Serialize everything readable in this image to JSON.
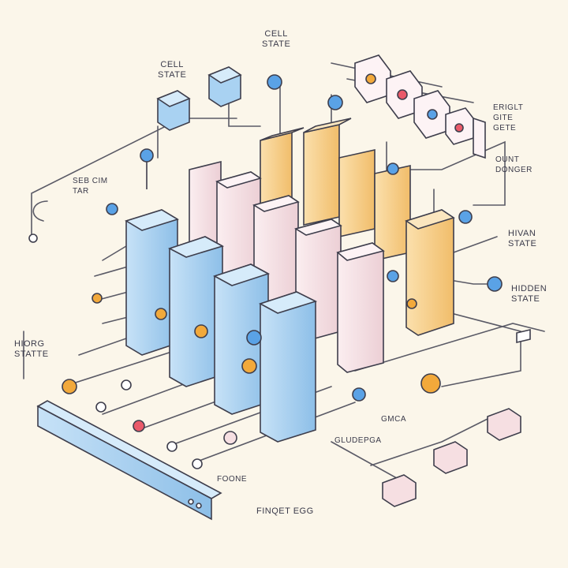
{
  "labels": {
    "cell_state_top": "CELL\nSTATE",
    "cell_state_left": "CELL\nSTATE",
    "forget_gate": "ERIGLT\nGITE\nGETE",
    "output_gate": "OUNT\nDONGER",
    "seq_tar": "SEB CIM\nTAR",
    "hidden_state_1": "HIVAN\nSTATE",
    "hidden_state_2": "HIDDEN\nSTATE",
    "hiorg_state": "HIORG\nSTATTE",
    "gmca": "GMCA",
    "gludepga": "GLUDEPGA",
    "foone": "FOONE",
    "finqet_egg": "FINQET EGG"
  },
  "colors": {
    "background": "#fbf6ea",
    "blue_block": "#a9d0f0",
    "pink_block": "#f6dfe2",
    "orange_block": "#f7cf8e",
    "cube": "#8fc3ec",
    "node_blue": "#5aa2e6",
    "node_orange": "#f2a93b",
    "node_red": "#ea5a6a",
    "ink": "#3e3e4c"
  },
  "icons": [
    "cube-icon",
    "node-icon",
    "chip-icon",
    "connector-icon"
  ]
}
